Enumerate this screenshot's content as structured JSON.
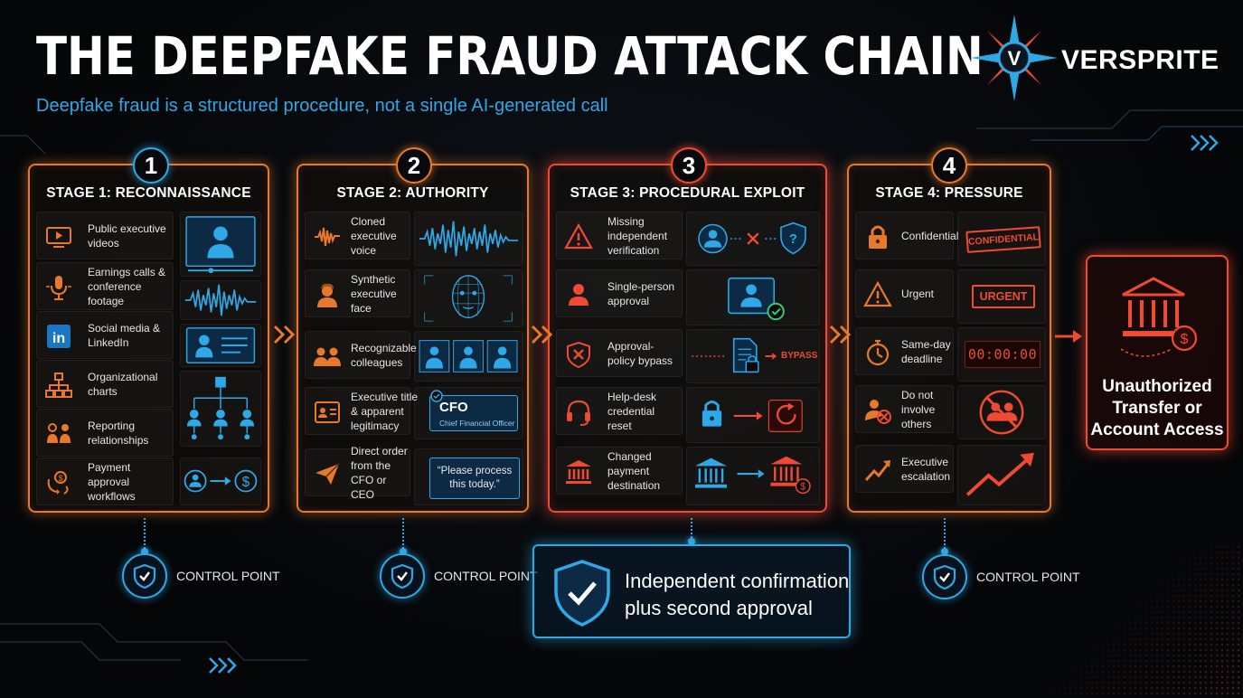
{
  "header": {
    "title": "THE DEEPFAKE FRAUD ATTACK CHAIN",
    "subtitle": "Deepfake fraud is a structured procedure, not a single AI-generated call",
    "logo_text": "VERSPRITE",
    "logo_mark": "V"
  },
  "stages": [
    {
      "number": "1",
      "title": "STAGE 1: RECONNAISSANCE",
      "rows": [
        {
          "icon": "video-player-icon",
          "label": "Public executive videos"
        },
        {
          "icon": "microphone-icon",
          "label": "Earnings calls & conference footage"
        },
        {
          "icon": "linkedin-icon",
          "label": "Social media & LinkedIn",
          "icon_text": "in"
        },
        {
          "icon": "org-chart-icon",
          "label": "Organizational charts"
        },
        {
          "icon": "people-icon",
          "label": "Reporting relationships"
        },
        {
          "icon": "payment-cycle-icon",
          "label": "Payment approval workflows"
        }
      ]
    },
    {
      "number": "2",
      "title": "STAGE 2: AUTHORITY",
      "rows": [
        {
          "icon": "sound-wave-icon",
          "label": "Cloned executive voice"
        },
        {
          "icon": "face-icon",
          "label": "Synthetic executive face"
        },
        {
          "icon": "colleagues-icon",
          "label": "Recognizable colleagues"
        },
        {
          "icon": "id-badge-icon",
          "label": "Executive title & apparent legitimacy",
          "badge_title": "CFO",
          "badge_sub": "Chief Financial Officer"
        },
        {
          "icon": "paper-plane-icon",
          "label": "Direct order from the CFO or CEO",
          "quote": "“Please process this today.”"
        }
      ]
    },
    {
      "number": "3",
      "title": "STAGE 3: PROCEDURAL EXPLOIT",
      "rows": [
        {
          "icon": "warning-icon",
          "label": "Missing independent verification"
        },
        {
          "icon": "person-icon",
          "label": "Single-person approval"
        },
        {
          "icon": "blocked-icon",
          "label": "Approval-policy bypass",
          "tag": "BYPASS"
        },
        {
          "icon": "headset-icon",
          "label": "Help-desk credential reset"
        },
        {
          "icon": "bank-icon",
          "label": "Changed payment destination"
        }
      ]
    },
    {
      "number": "4",
      "title": "STAGE 4: PRESSURE",
      "rows": [
        {
          "icon": "padlock-icon",
          "label": "Confidential",
          "stamp": "CONFIDENTIAL"
        },
        {
          "icon": "warning-icon",
          "label": "Urgent",
          "stamp": "URGENT"
        },
        {
          "icon": "stopwatch-icon",
          "label": "Same-day deadline",
          "timer": "00:00:00"
        },
        {
          "icon": "no-people-icon",
          "label": "Do not involve others"
        },
        {
          "icon": "trend-up-icon",
          "label": "Executive escalation"
        }
      ]
    }
  ],
  "controls": {
    "label_small": "CONTROL POINT",
    "big_line1": "Independent confirmation",
    "big_line2": "plus second approval"
  },
  "outcome": {
    "line1": "Unauthorized",
    "line2": "Transfer or",
    "line3": "Account Access"
  },
  "colors": {
    "orange": "#e8792a",
    "red": "#ef4a32",
    "blue": "#2fa8e8",
    "background": "#050608"
  }
}
